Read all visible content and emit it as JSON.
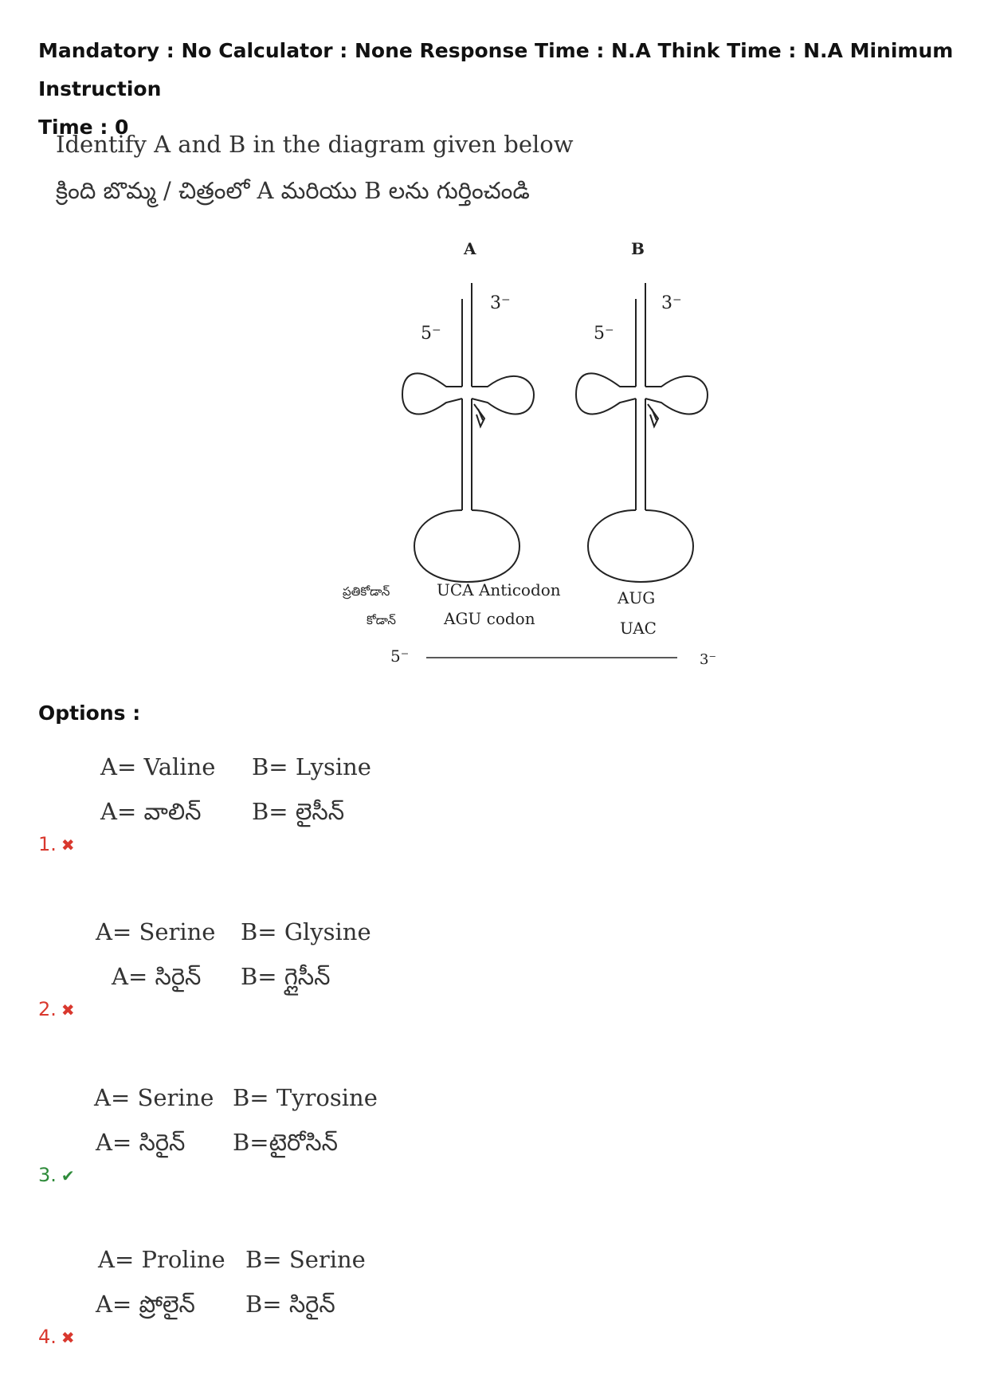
{
  "header": {
    "line1": "Mandatory : No Calculator : None Response Time : N.A Think Time : N.A Minimum Instruction",
    "line2": "Time : 0"
  },
  "question": {
    "english": "Identify A and B in the diagram given below",
    "telugu": "క్రింది బొమ్మ / చిత్రంలో A మరియు B లను గుర్తించండి"
  },
  "diagram": {
    "label_a": "A",
    "label_b": "B",
    "five_prime": "5⁻",
    "three_prime": "3⁻",
    "anticodon_telugu": "ప్రతికోడాన్",
    "codon_telugu": "కోడాన్",
    "a_anticodon": "UCA Anticodon",
    "a_codon": "AGU codon",
    "b_top": "AUG",
    "b_bottom": "UAC"
  },
  "options_label": "Options :",
  "options": [
    {
      "num": "1.",
      "status": "wrong",
      "a_en": "A= Valine",
      "b_en": "B= Lysine",
      "a_te": "A= వాలిన్",
      "b_te": "B= లైసీన్"
    },
    {
      "num": "2.",
      "status": "wrong",
      "a_en": "A= Serine",
      "b_en": "B= Glysine",
      "a_te": "A= సిరైన్",
      "b_te": "B= గ్లైసీన్"
    },
    {
      "num": "3.",
      "status": "correct",
      "a_en": "A= Serine",
      "b_en": "B= Tyrosine",
      "a_te": "A= సిరైన్",
      "b_te": "B=టైరోసిన్"
    },
    {
      "num": "4.",
      "status": "wrong",
      "a_en": "A= Proline",
      "b_en": "B= Serine",
      "a_te": "A= ప్రోలైన్",
      "b_te": "B= సిరైన్"
    }
  ],
  "marks": {
    "wrong": "✖",
    "correct": "✔"
  }
}
